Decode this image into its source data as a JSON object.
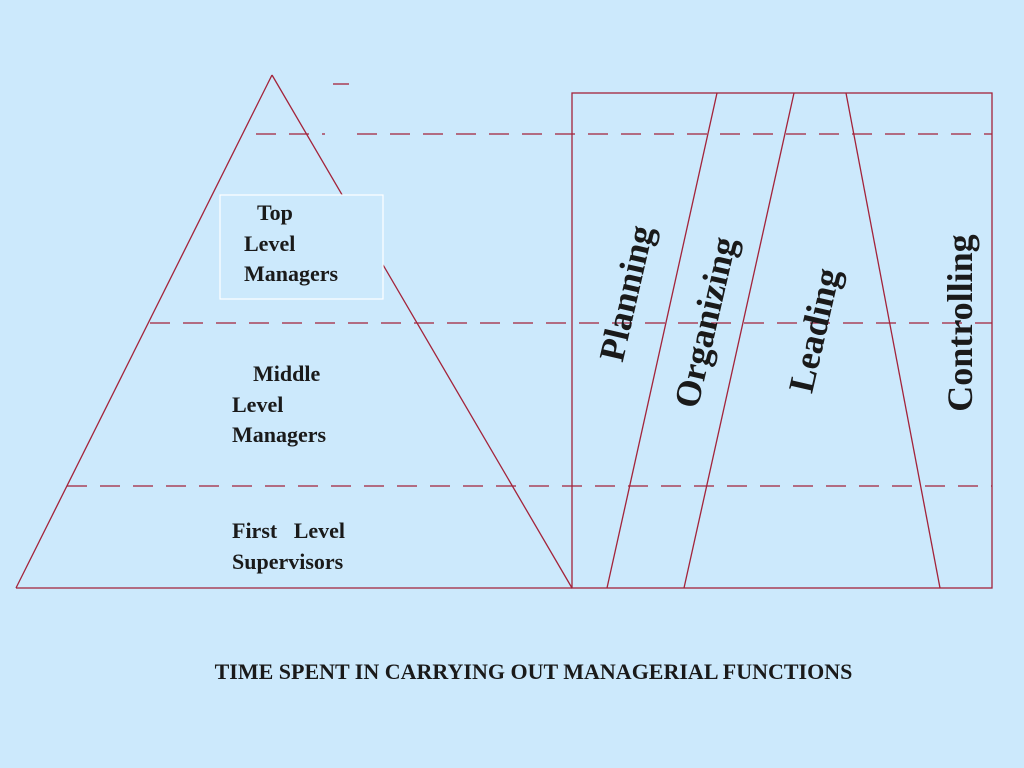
{
  "levels": {
    "top": [
      "Top",
      "Level",
      "Managers"
    ],
    "middle": [
      "Middle",
      "Level",
      "Managers"
    ],
    "first": [
      "First   Level",
      "Supervisors"
    ]
  },
  "functions": {
    "planning": "Planning",
    "organizing": "Organizing",
    "leading": "Leading",
    "controlling": "Controlling"
  },
  "caption": "TIME SPENT IN CARRYING OUT MANAGERIAL FUNCTIONS",
  "colors": {
    "background": "#cce9fc",
    "line": "#a3233a",
    "text": "#1a1a1a",
    "highlight_box": "#ffffff"
  }
}
